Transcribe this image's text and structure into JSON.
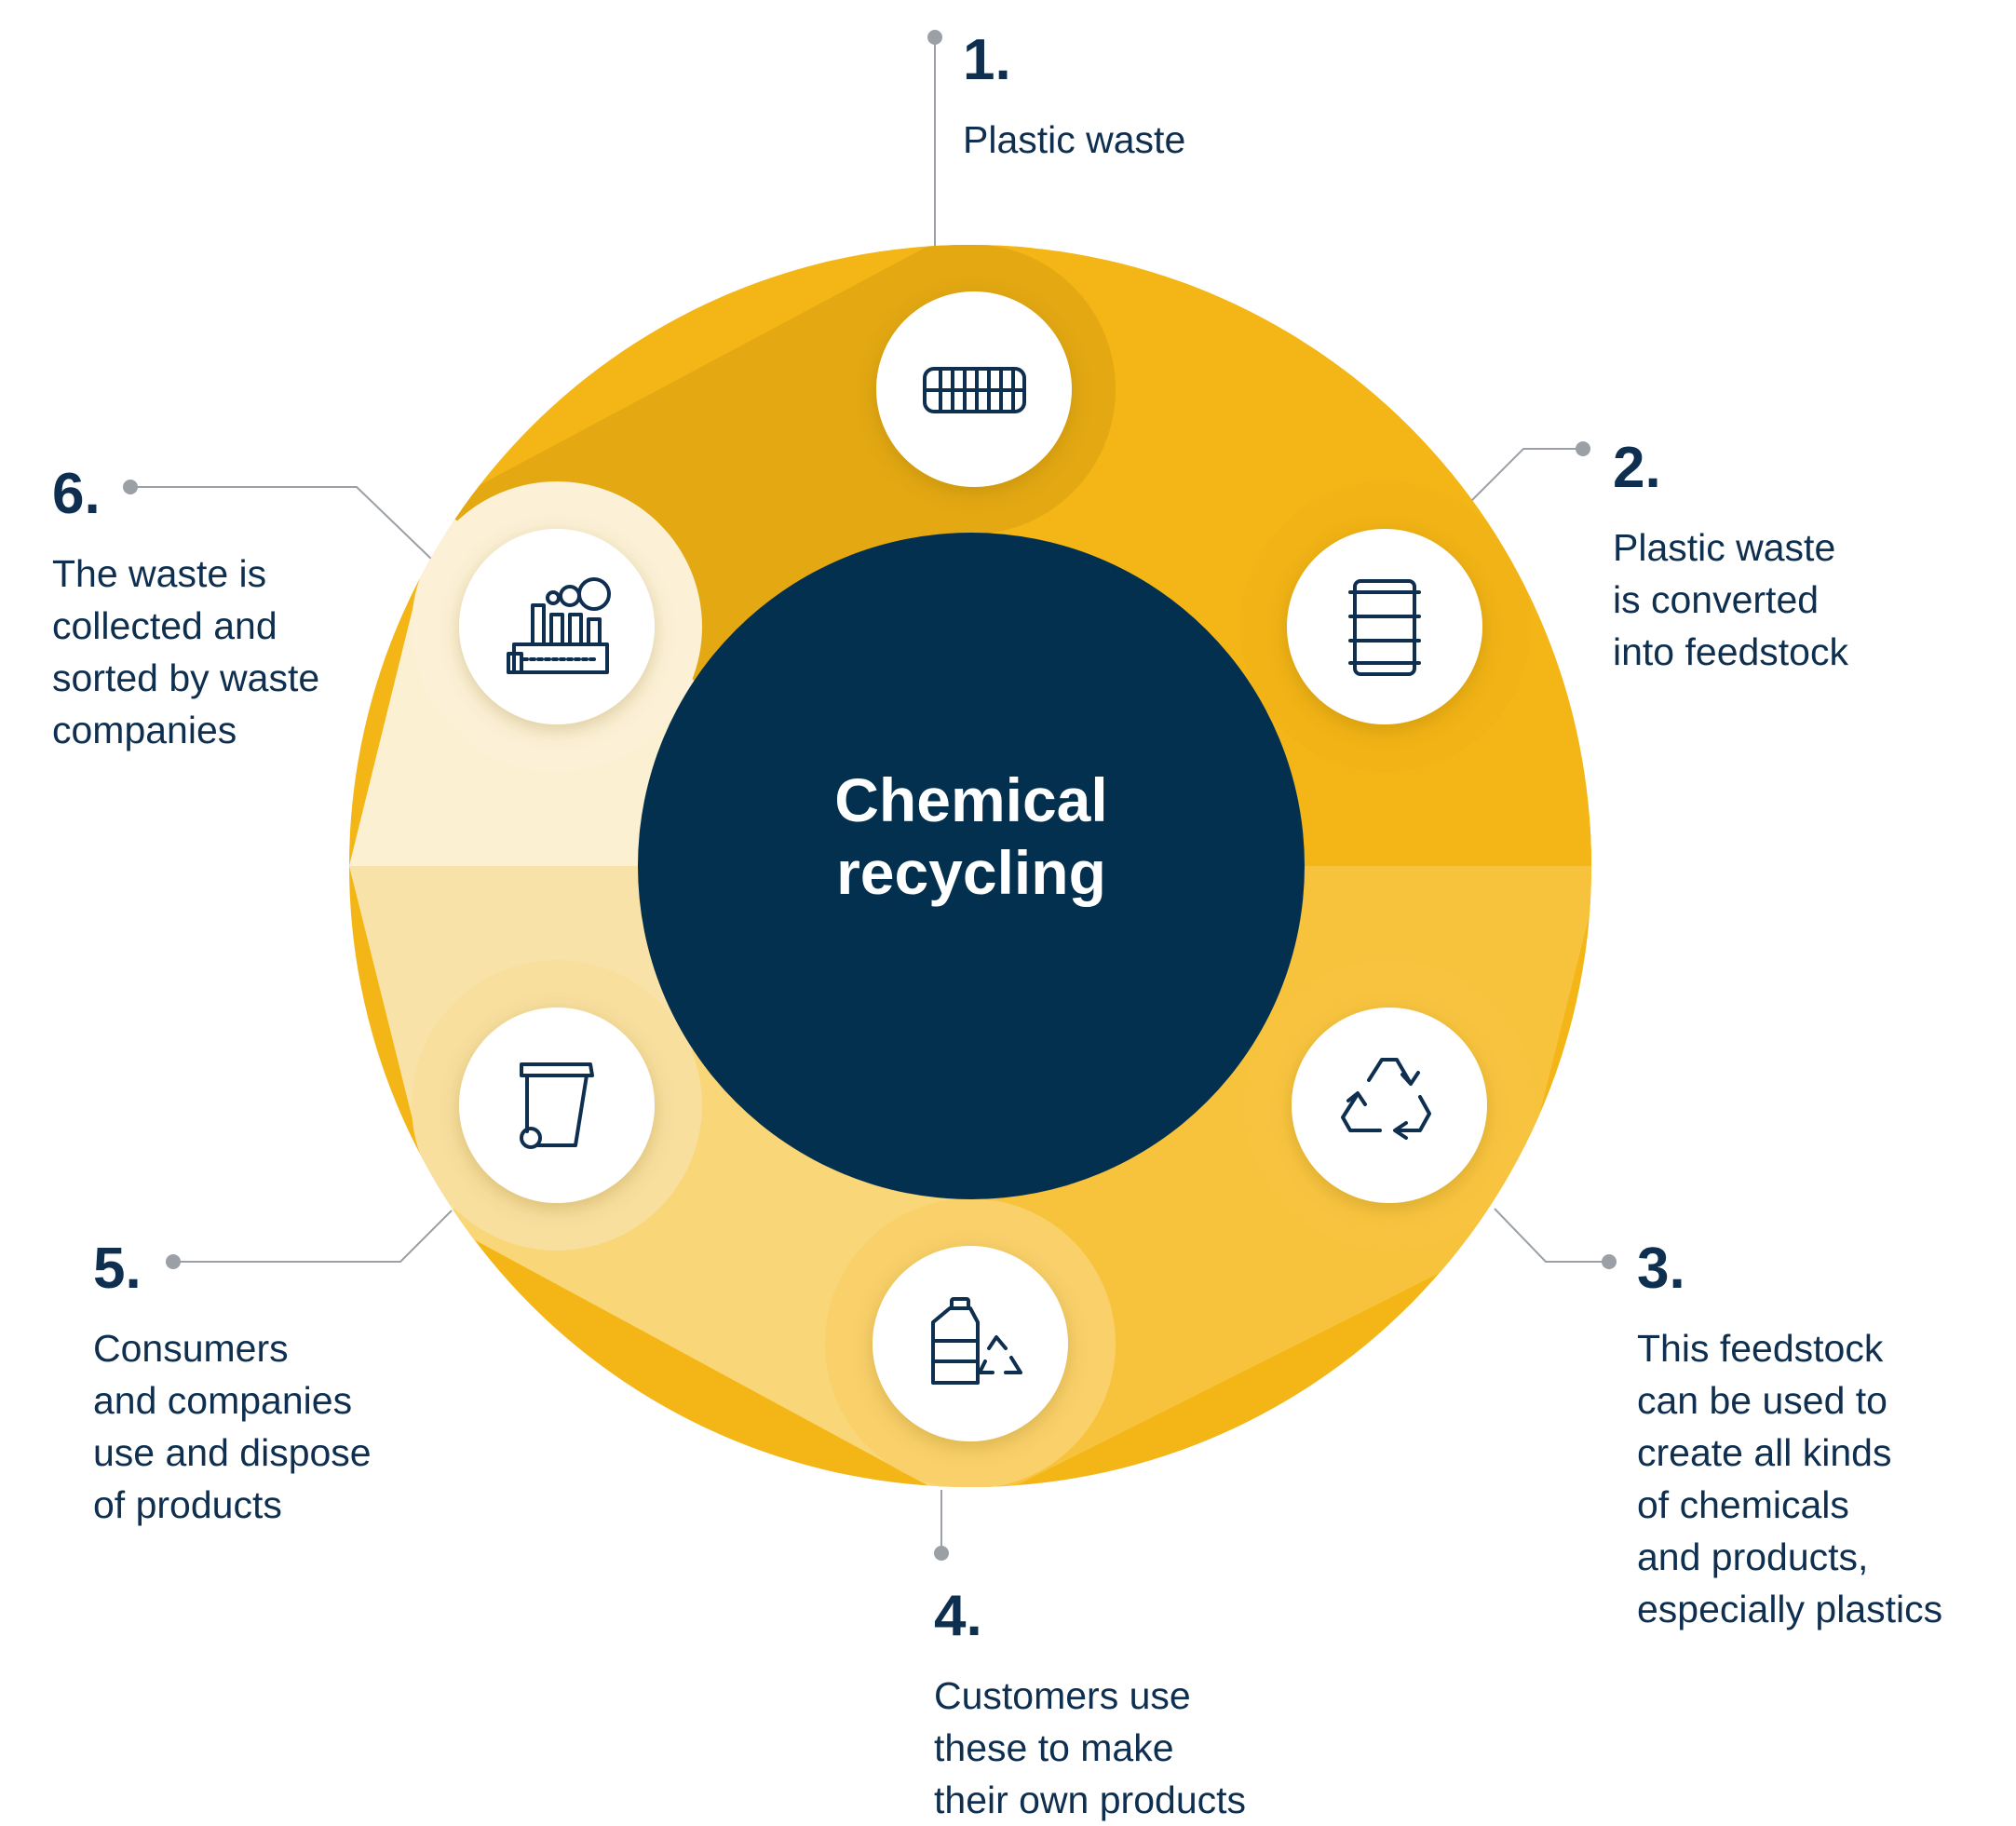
{
  "center_title": "Chemical\nrecycling",
  "colors": {
    "navy": "#03304f",
    "segment_1": "#e3a812",
    "segment_2": "#f4b616",
    "segment_3": "#f8c33c",
    "segment_4": "#f9d677",
    "segment_5": "#f8e2a8",
    "segment_6": "#fcf0d2",
    "connector": "#9aa0a6",
    "text": "#0e2f4f"
  },
  "steps": [
    {
      "number": "1.",
      "text": "Plastic waste",
      "icon": "plastic-bale-icon"
    },
    {
      "number": "2.",
      "text": "Plastic waste\nis converted\ninto feedstock",
      "icon": "oil-barrel-icon"
    },
    {
      "number": "3.",
      "text": "This feedstock\ncan be used to\ncreate all kinds\nof chemicals\nand products,\nespecially plastics",
      "icon": "recycle-icon"
    },
    {
      "number": "4.",
      "text": "Customers use\nthese to make\ntheir own products",
      "icon": "bottles-recycle-icon"
    },
    {
      "number": "5.",
      "text": "Consumers\nand companies\nuse and dispose\nof products",
      "icon": "wheelie-bin-icon"
    },
    {
      "number": "6.",
      "text": "The waste is\ncollected and\nsorted by waste\ncompanies",
      "icon": "factory-icon"
    }
  ]
}
